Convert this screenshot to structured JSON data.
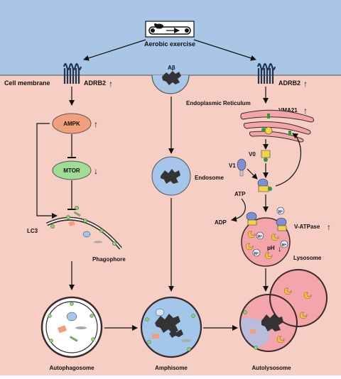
{
  "stimulus": {
    "label": "Aerobic exercise",
    "icon": "treadmill-mouse-icon"
  },
  "membrane": {
    "label": "Cell membrane"
  },
  "receptors": {
    "left": "ADRB2",
    "right": "ADRB2"
  },
  "left_path": {
    "ampk": "AMPK",
    "mtor": "MTOR",
    "lc3": "LC3",
    "phagophore": "Phagophore",
    "autophagosome": "Autophagosome"
  },
  "middle_path": {
    "abeta": "Aβ",
    "endosome": "Endosome",
    "amphisome": "Amphisome"
  },
  "right_path": {
    "er": "Endoplasmic Reticulum",
    "vma21": "VMA21",
    "v0": "V0",
    "v1": "V1",
    "atp": "ATP",
    "adp": "ADP",
    "vatpase": "V-ATPase",
    "h_plus": "H⁺",
    "ph": "pH",
    "lysosome": "Lysosome",
    "autolysosome": "Autolysosome"
  },
  "arrows": {
    "up": "↑",
    "down": "↓"
  },
  "colors": {
    "extracellular": "#a9c6e6",
    "cytoplasm": "#f6cec3",
    "ampk": "#f2a07c",
    "mtor": "#9fdc96",
    "endosome": "#a3c6ea",
    "lysosome": "#f4a5ab",
    "er": "#f4a5ab"
  }
}
